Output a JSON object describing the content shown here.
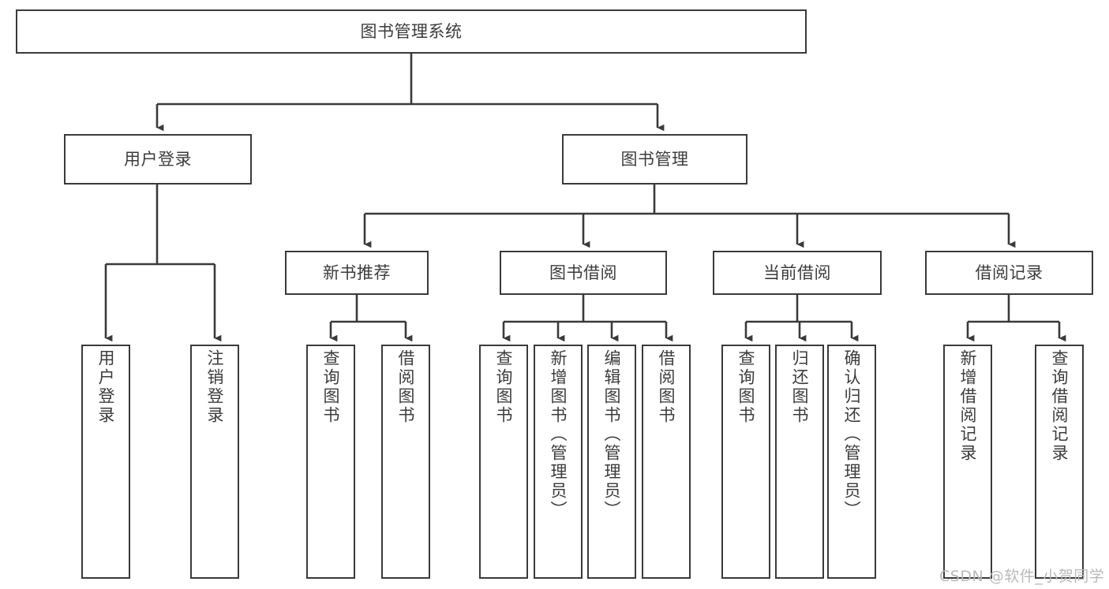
{
  "diagram": {
    "title": "图书管理系统",
    "type": "hierarchy-tree",
    "orientation": "top-down",
    "stroke_color": "#3a3a3a",
    "text_color": "#3c3c3c",
    "background_color": "#ffffff",
    "levels": 4
  },
  "nodes": {
    "root": {
      "label": "图书管理系统"
    },
    "level2": [
      {
        "id": "user-login",
        "label": "用户登录"
      },
      {
        "id": "book-manage",
        "label": "图书管理"
      }
    ],
    "level3": [
      {
        "id": "new-book-recommend",
        "label": "新书推荐"
      },
      {
        "id": "book-borrow",
        "label": "图书借阅"
      },
      {
        "id": "current-borrow",
        "label": "当前借阅"
      },
      {
        "id": "borrow-record",
        "label": "借阅记录"
      }
    ],
    "leaves": {
      "user-login": [
        {
          "id": "leaf-user-login",
          "label": "用户登录"
        },
        {
          "id": "leaf-logout-login",
          "label": "注销登录"
        }
      ],
      "new-book-recommend": [
        {
          "id": "leaf-query-book-1",
          "label": "查询图书"
        },
        {
          "id": "leaf-borrow-book-1",
          "label": "借阅图书"
        }
      ],
      "book-borrow": [
        {
          "id": "leaf-query-book-2",
          "label": "查询图书"
        },
        {
          "id": "leaf-add-book",
          "label": "新增图书（管理员）"
        },
        {
          "id": "leaf-edit-book",
          "label": "编辑图书（管理员）"
        },
        {
          "id": "leaf-borrow-book-2",
          "label": "借阅图书"
        }
      ],
      "current-borrow": [
        {
          "id": "leaf-query-book-3",
          "label": "查询图书"
        },
        {
          "id": "leaf-return-book",
          "label": "归还图书"
        },
        {
          "id": "leaf-confirm-return",
          "label": "确认归还（管理员）"
        }
      ],
      "borrow-record": [
        {
          "id": "leaf-add-record",
          "label": "新增借阅记录"
        },
        {
          "id": "leaf-query-record",
          "label": "查询借阅记录"
        }
      ]
    }
  },
  "watermark": {
    "text": "CSDN @软件_小贺同学"
  }
}
